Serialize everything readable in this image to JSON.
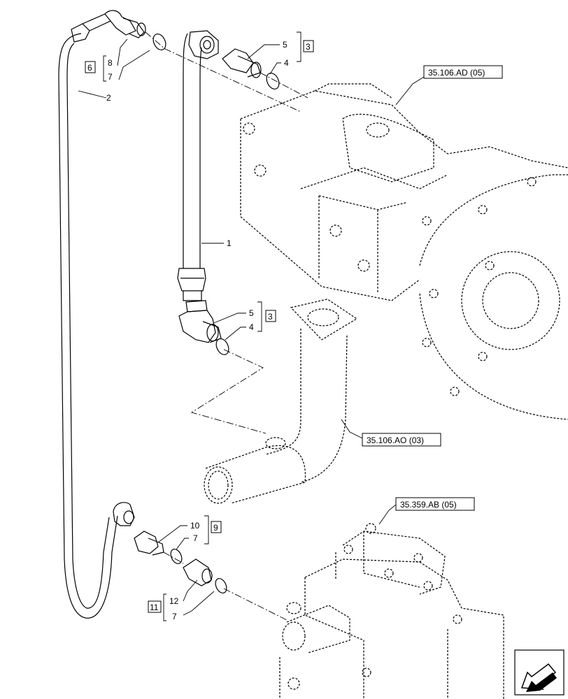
{
  "references": {
    "pump_assembly": "35.106.AD (05)",
    "suction_pipe": "35.106.AO (03)",
    "control_valve": "35.359.AB (05)"
  },
  "kits": {
    "upper_left": "6",
    "upper_right": "3",
    "middle": "3",
    "lower_upper": "9",
    "lower_lower": "11"
  },
  "callouts": {
    "hose_1": "1",
    "hose_2": "2",
    "upper_right_fitting": "5",
    "upper_right_oring": "4",
    "upper_left_fitting": "8",
    "upper_left_oring": "7",
    "middle_fitting": "5",
    "middle_oring": "4",
    "lower_fitting_a": "10",
    "lower_oring_a": "7",
    "lower_fitting_b": "12",
    "lower_oring_b": "7"
  },
  "nav_icon": "previous-page-arrow-icon"
}
